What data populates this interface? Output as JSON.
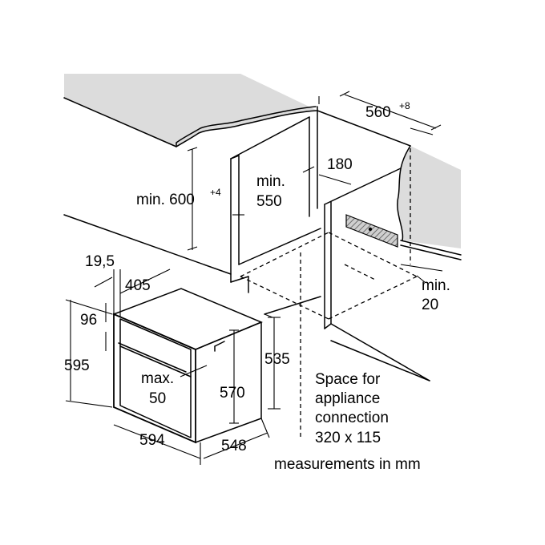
{
  "labels": {
    "width_560": "560",
    "width_560_sup": "+8",
    "height_600": "min. 600",
    "height_600_sup": "+4",
    "min550_a": "min.",
    "min550_b": "550",
    "depth_180": "180",
    "min20_a": "min.",
    "min20_b": "20",
    "offset_19_5": "19,5",
    "depth_405": "405",
    "height_96": "96",
    "height_595": "595",
    "height_535": "535",
    "max50_a": "max.",
    "max50_b": "50",
    "height_570": "570",
    "width_594": "594",
    "depth_548": "548",
    "space_1": "Space for",
    "space_2": "appliance",
    "space_3": "connection",
    "space_4": "320 x 115",
    "units": "measurements in mm"
  }
}
